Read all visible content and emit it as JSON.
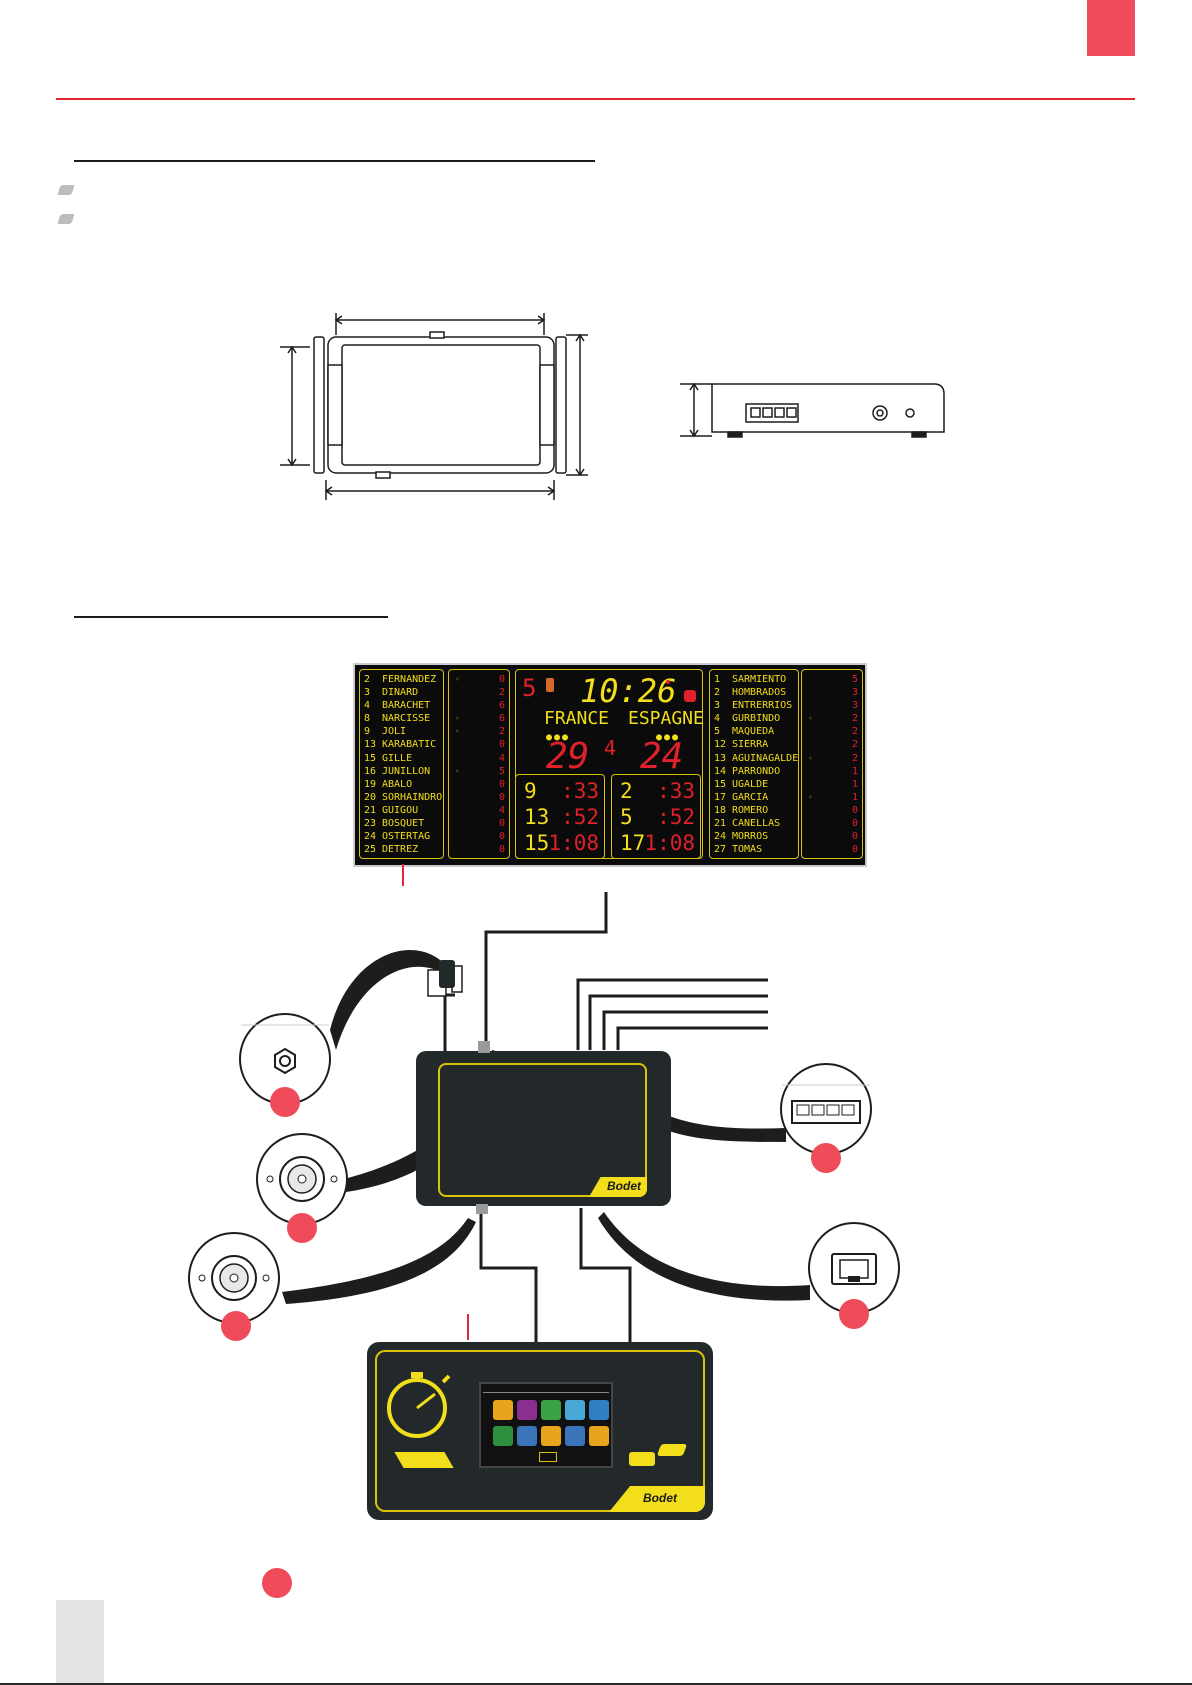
{
  "page": {
    "accent": "#ef4b5a",
    "rule": "#e32636"
  },
  "scoreboard": {
    "home_roster": [
      {
        "n": "2",
        "name": "FERNANDEZ"
      },
      {
        "n": "3",
        "name": "DINARD"
      },
      {
        "n": "4",
        "name": "BARACHET"
      },
      {
        "n": "8",
        "name": "NARCISSE"
      },
      {
        "n": "9",
        "name": "JOLI"
      },
      {
        "n": "13",
        "name": "KARABATIC"
      },
      {
        "n": "15",
        "name": "GILLE"
      },
      {
        "n": "16",
        "name": "JUNILLON"
      },
      {
        "n": "19",
        "name": "ABALO"
      },
      {
        "n": "20",
        "name": "SORHAINDRO"
      },
      {
        "n": "21",
        "name": "GUIGOU"
      },
      {
        "n": "23",
        "name": "BOSQUET"
      },
      {
        "n": "24",
        "name": "OSTERTAG"
      },
      {
        "n": "25",
        "name": "DETREZ"
      }
    ],
    "home_penalties": [
      "0",
      "2",
      "6",
      "6",
      "2",
      "0",
      "4",
      "5",
      "0",
      "0",
      "4",
      "0",
      "0",
      "0"
    ],
    "away_roster": [
      {
        "n": "1",
        "name": "SARMIENTO"
      },
      {
        "n": "2",
        "name": "HOMBRADOS"
      },
      {
        "n": "3",
        "name": "ENTRERRIOS"
      },
      {
        "n": "4",
        "name": "GURBINDO"
      },
      {
        "n": "5",
        "name": "MAQUEDA"
      },
      {
        "n": "12",
        "name": "SIERRA"
      },
      {
        "n": "13",
        "name": "AGUINAGALDE"
      },
      {
        "n": "14",
        "name": "PARRONDO"
      },
      {
        "n": "15",
        "name": "UGALDE"
      },
      {
        "n": "17",
        "name": "GARCIA"
      },
      {
        "n": "18",
        "name": "ROMERO"
      },
      {
        "n": "21",
        "name": "CANELLAS"
      },
      {
        "n": "24",
        "name": "MORROS"
      },
      {
        "n": "27",
        "name": "TOMAS"
      }
    ],
    "away_penalties": [
      "5",
      "3",
      "3",
      "2",
      "2",
      "2",
      "2",
      "1",
      "1",
      "1",
      "0",
      "0",
      "0",
      "0"
    ],
    "period_left": "5",
    "clock": "10:26",
    "home_team": "FRANCE",
    "away_team": "ESPAGNE",
    "period": "4",
    "home_score": "29",
    "away_score": "24",
    "home_suspensions": [
      {
        "player": "9",
        "time": ":33"
      },
      {
        "player": "13",
        "time": ":52"
      },
      {
        "player": "15",
        "time": "1:08"
      }
    ],
    "away_suspensions": [
      {
        "player": "2",
        "time": ":33"
      },
      {
        "player": "5",
        "time": ":52"
      },
      {
        "player": "17",
        "time": "1:08"
      }
    ]
  },
  "device": {
    "brand": "Bodet"
  },
  "console": {
    "brand": "Bodet"
  },
  "icons": [
    "power-adapter-icon",
    "coax-connector-icon",
    "din-connector-icon",
    "rj45-4port-icon",
    "rj45-port-icon",
    "stopwatch-icon"
  ]
}
